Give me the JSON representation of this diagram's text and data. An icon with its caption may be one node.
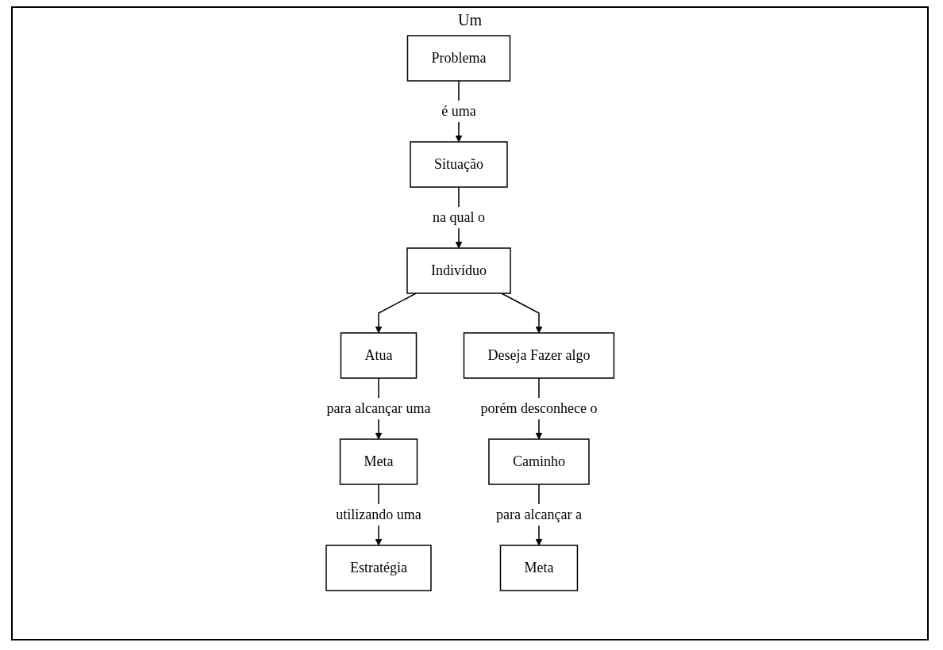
{
  "diagram": {
    "nodes": [
      {
        "text": [
          "Problema"
        ]
      },
      {
        "text": [
          "Situação"
        ]
      },
      {
        "text": [
          "Indivíduo"
        ]
      },
      {
        "text": [
          "Atua"
        ]
      },
      {
        "text": [
          "Deseja Fazer algo"
        ]
      },
      {
        "text": [
          "Meta"
        ]
      },
      {
        "text": [
          "Caminho"
        ]
      },
      {
        "text": [
          "Estratégia"
        ]
      },
      {
        "text": [
          "Meta"
        ]
      }
    ],
    "edges": [
      {
        "from": 0,
        "to": 1,
        "arrow": "to",
        "label": "é uma"
      },
      {
        "from": 1,
        "to": 2,
        "arrow": "to",
        "label": "na qual o"
      },
      {
        "from": 2,
        "to": 3,
        "arrow": "to"
      },
      {
        "from": 2,
        "to": 4,
        "arrow": "to"
      },
      {
        "from": 3,
        "to": 5,
        "arrow": "to",
        "label": "para alcançar uma"
      },
      {
        "from": 4,
        "to": 6,
        "arrow": "to",
        "label": "porém desconhece o"
      },
      {
        "from": 5,
        "to": 7,
        "arrow": "to",
        "label": "utilizando uma"
      },
      {
        "from": 6,
        "to": 8,
        "arrow": "to",
        "label": "para alcançar a"
      }
    ],
    "labels": [
      "Um"
    ]
  }
}
